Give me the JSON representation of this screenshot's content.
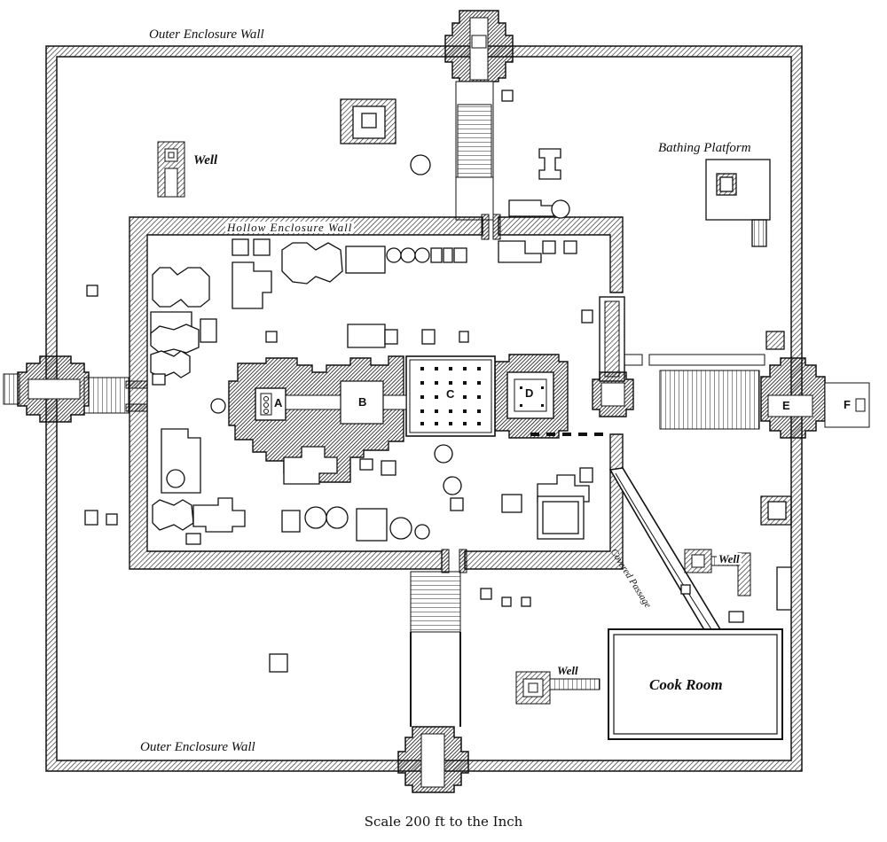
{
  "labels": {
    "outer_wall_top": "Outer Enclosure Wall",
    "outer_wall_bottom": "Outer Enclosure Wall",
    "hollow_wall": "Hollow Enclosure Wall",
    "well_nw": "Well",
    "well_e": "Well",
    "well_s": "Well",
    "bathing_platform": "Bathing Platform",
    "covered_passage": "Covered Passage",
    "cook_room": "Cook Room",
    "scale": "Scale 200 ft to the Inch"
  },
  "letters": {
    "a": "A",
    "b": "B",
    "c": "C",
    "d": "D",
    "e": "E",
    "f": "F"
  },
  "colors": {
    "ink": "#111111",
    "paper": "#ffffff",
    "hatch": "#222222"
  }
}
